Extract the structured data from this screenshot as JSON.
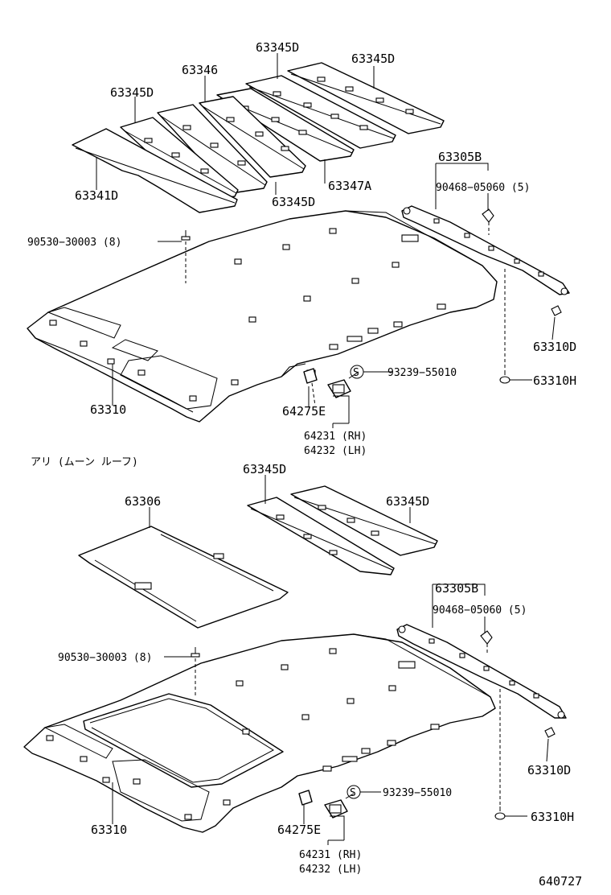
{
  "diagram": {
    "top": {
      "labels": {
        "p63345D_a": "63345D",
        "p63345D_b": "63345D",
        "p63346": "63346",
        "p63345D_c": "63345D",
        "p63341D": "63341D",
        "p63345D_d": "63345D",
        "p63347A": "63347A",
        "p63305B": "63305B",
        "p90468": "90468−05060 (5)",
        "p90530": "90530−30003 (8)",
        "p63310D": "63310D",
        "p63310H": "63310H",
        "p93239": "93239−55010",
        "s_mark": "S",
        "p63310": "63310",
        "p64275E": "64275E",
        "p64231": "64231 (RH)",
        "p64232": "64232 (LH)"
      }
    },
    "section_title": "アリ (ムーン ルーフ)",
    "bottom": {
      "labels": {
        "p63345D_a": "63345D",
        "p63306": "63306",
        "p63345D_b": "63345D",
        "p63305B": "63305B",
        "p90468": "90468−05060 (5)",
        "p90530": "90530−30003 (8)",
        "p63310D": "63310D",
        "p93239": "93239−55010",
        "s_mark": "S",
        "p63310": "63310",
        "p63310H": "63310H",
        "p64275E": "64275E",
        "p64231": "64231 (RH)",
        "p64232": "64232 (LH)"
      }
    },
    "figure_number": "640727"
  }
}
